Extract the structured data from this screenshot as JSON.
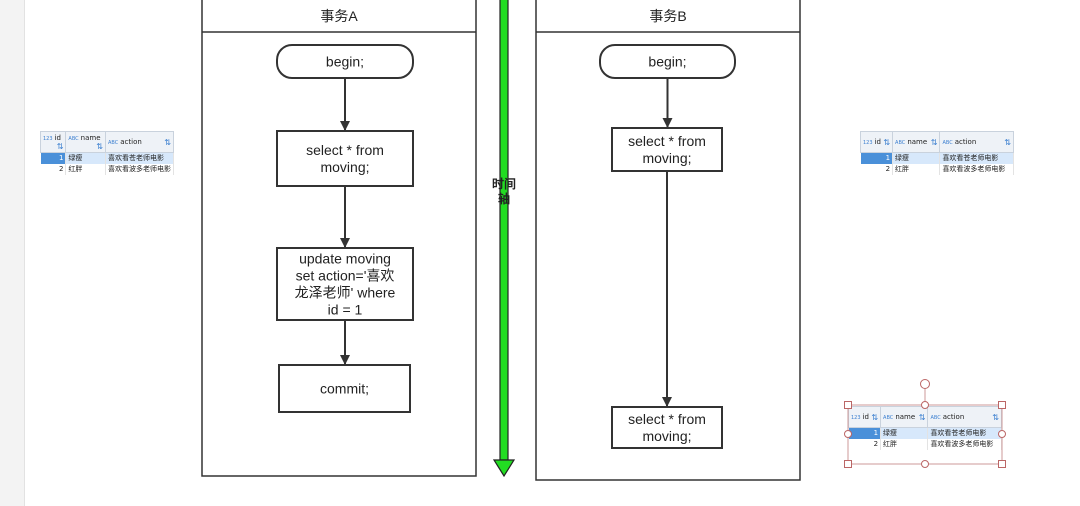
{
  "lanes": {
    "a": {
      "title": "事务A",
      "steps": [
        [
          "begin;"
        ],
        [
          "select * from",
          "moving;"
        ],
        [
          "update moving",
          "set action='喜欢",
          "龙泽老师' where",
          "id = 1"
        ],
        [
          "commit;"
        ]
      ]
    },
    "b": {
      "title": "事务B",
      "steps": [
        [
          "begin;"
        ],
        [
          "select * from",
          "moving;"
        ],
        [
          "select * from",
          "moving;"
        ]
      ]
    }
  },
  "timeline": {
    "label_lines": [
      "时间",
      "轴"
    ],
    "color": "#22dd22"
  },
  "tables": [
    {
      "name": "table-left",
      "columns": [
        {
          "type": "123",
          "name": "id"
        },
        {
          "type": "ABC",
          "name": "name"
        },
        {
          "type": "ABC",
          "name": "action"
        }
      ],
      "rows": [
        {
          "id": "1",
          "name": "绿瘦",
          "action": "喜欢看苍老师电影"
        },
        {
          "id": "2",
          "name": "红胖",
          "action": "喜欢看波多老师电影"
        }
      ]
    },
    {
      "name": "table-right-top",
      "columns": [
        {
          "type": "123",
          "name": "id"
        },
        {
          "type": "ABC",
          "name": "name"
        },
        {
          "type": "ABC",
          "name": "action"
        }
      ],
      "rows": [
        {
          "id": "1",
          "name": "绿瘦",
          "action": "喜欢看苍老师电影"
        },
        {
          "id": "2",
          "name": "红胖",
          "action": "喜欢看波多老师电影"
        }
      ]
    },
    {
      "name": "table-right-bottom",
      "columns": [
        {
          "type": "123",
          "name": "id"
        },
        {
          "type": "ABC",
          "name": "name"
        },
        {
          "type": "ABC",
          "name": "action"
        }
      ],
      "rows": [
        {
          "id": "1",
          "name": "绿瘦",
          "action": "喜欢看苍老师电影"
        },
        {
          "id": "2",
          "name": "红胖",
          "action": "喜欢看波多老师电影"
        }
      ]
    }
  ]
}
